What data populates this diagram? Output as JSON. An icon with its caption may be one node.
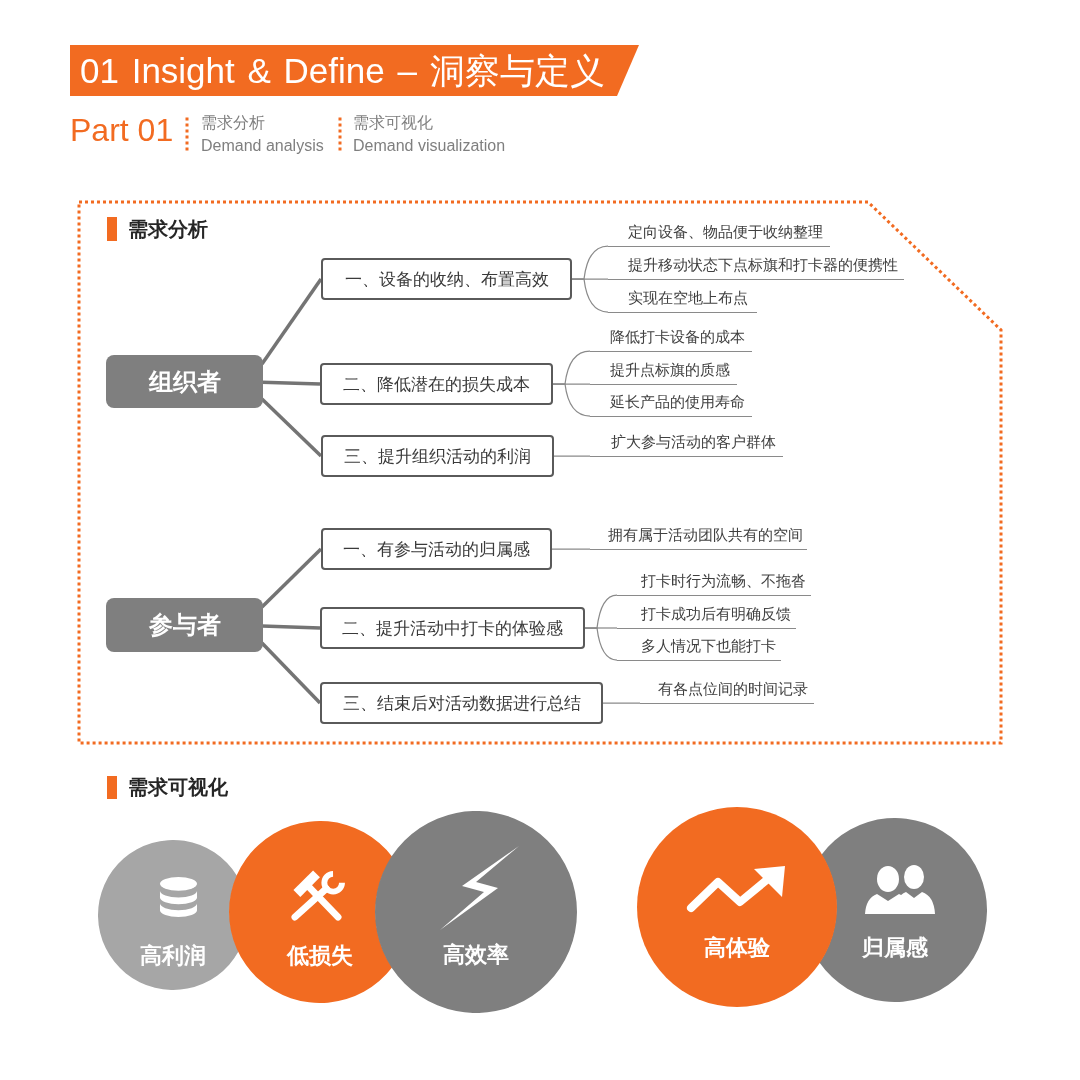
{
  "diagram": {
    "title": "01 Insight & Define – 洞察与定义",
    "nodes": [
      {
        "text": [
          "需求分析"
        ]
      },
      {
        "text": [
          "组织者"
        ],
        "in": 0
      },
      {
        "text": [
          "一、设备的收纳、布置高效"
        ],
        "in": 0
      },
      {
        "text": [
          "定向设备、物品便于收纳整理"
        ],
        "in": 0
      },
      {
        "text": [
          "提升移动状态下点标旗和打卡器的便携性"
        ],
        "in": 0
      },
      {
        "text": [
          "实现在空地上布点"
        ],
        "in": 0
      },
      {
        "text": [
          "二、降低潜在的损失成本"
        ],
        "in": 0
      },
      {
        "text": [
          "降低打卡设备的成本"
        ],
        "in": 0
      },
      {
        "text": [
          "提升点标旗的质感"
        ],
        "in": 0
      },
      {
        "text": [
          "延长产品的使用寿命"
        ],
        "in": 0
      },
      {
        "text": [
          "三、提升组织活动的利润"
        ],
        "in": 0
      },
      {
        "text": [
          "扩大参与活动的客户群体"
        ],
        "in": 0
      },
      {
        "text": [
          "参与者"
        ],
        "in": 0
      },
      {
        "text": [
          "一、有参与活动的归属感"
        ],
        "in": 0
      },
      {
        "text": [
          "拥有属于活动团队共有的空间"
        ],
        "in": 0
      },
      {
        "text": [
          "二、提升活动中打卡的体验感"
        ],
        "in": 0
      },
      {
        "text": [
          "打卡时行为流畅、不拖沓"
        ],
        "in": 0
      },
      {
        "text": [
          "打卡成功后有明确反馈"
        ],
        "in": 0
      },
      {
        "text": [
          "多人情况下也能打卡"
        ],
        "in": 0
      },
      {
        "text": [
          "三、结束后对活动数据进行总结"
        ],
        "in": 0
      },
      {
        "text": [
          "有各点位间的时间记录"
        ],
        "in": 0
      },
      {
        "text": [
          "高利润"
        ]
      },
      {
        "text": [
          "低损失"
        ]
      },
      {
        "text": [
          "高效率"
        ]
      },
      {
        "text": [
          "高体验"
        ]
      },
      {
        "text": [
          "归属感"
        ]
      }
    ],
    "edges": [
      {
        "from": 1,
        "to": 2,
        "arrow": "none",
        "style": "thick"
      },
      {
        "from": 2,
        "to": 3,
        "arrow": "none"
      },
      {
        "from": 2,
        "to": 4,
        "arrow": "none"
      },
      {
        "from": 2,
        "to": 5,
        "arrow": "none"
      },
      {
        "from": 1,
        "to": 6,
        "arrow": "none",
        "style": "thick"
      },
      {
        "from": 6,
        "to": 7,
        "arrow": "none"
      },
      {
        "from": 6,
        "to": 8,
        "arrow": "none"
      },
      {
        "from": 6,
        "to": 9,
        "arrow": "none"
      },
      {
        "from": 1,
        "to": 10,
        "arrow": "none",
        "style": "thick"
      },
      {
        "from": 10,
        "to": 11,
        "arrow": "none"
      },
      {
        "from": 12,
        "to": 13,
        "arrow": "none",
        "style": "thick"
      },
      {
        "from": 13,
        "to": 14,
        "arrow": "none"
      },
      {
        "from": 12,
        "to": 15,
        "arrow": "none",
        "style": "thick"
      },
      {
        "from": 15,
        "to": 16,
        "arrow": "none"
      },
      {
        "from": 15,
        "to": 17,
        "arrow": "none"
      },
      {
        "from": 15,
        "to": 18,
        "arrow": "none"
      },
      {
        "from": 12,
        "to": 19,
        "arrow": "none",
        "style": "thick"
      },
      {
        "from": 19,
        "to": 20,
        "arrow": "none"
      }
    ],
    "labels": [
      "Part 01",
      "需求分析",
      "Demand analysis",
      "需求可视化",
      "Demand visualization",
      "需求可视化"
    ]
  }
}
